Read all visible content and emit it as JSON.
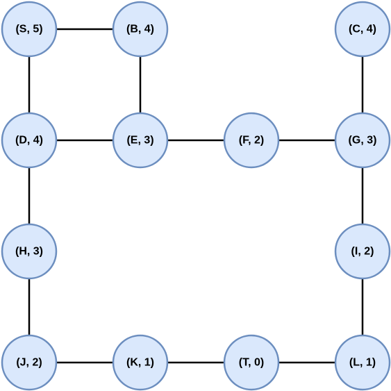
{
  "colors": {
    "node_fill": "#dae8fc",
    "node_stroke": "#6c8ebf",
    "edge": "#000000"
  },
  "nodes": [
    {
      "id": "S",
      "label": "(S, 5)"
    },
    {
      "id": "B",
      "label": "(B, 4)"
    },
    {
      "id": "C",
      "label": "(C, 4)"
    },
    {
      "id": "D",
      "label": "(D, 4)"
    },
    {
      "id": "E",
      "label": "(E, 3)"
    },
    {
      "id": "F",
      "label": "(F, 2)"
    },
    {
      "id": "G",
      "label": "(G, 3)"
    },
    {
      "id": "H",
      "label": "(H, 3)"
    },
    {
      "id": "I",
      "label": "(I, 2)"
    },
    {
      "id": "J",
      "label": "(J, 2)"
    },
    {
      "id": "K",
      "label": "(K, 1)"
    },
    {
      "id": "T",
      "label": "(T, 0)"
    },
    {
      "id": "L",
      "label": "(L, 1)"
    }
  ],
  "edges": [
    [
      "S",
      "B"
    ],
    [
      "S",
      "D"
    ],
    [
      "B",
      "E"
    ],
    [
      "D",
      "E"
    ],
    [
      "E",
      "F"
    ],
    [
      "F",
      "G"
    ],
    [
      "C",
      "G"
    ],
    [
      "D",
      "H"
    ],
    [
      "H",
      "J"
    ],
    [
      "G",
      "I"
    ],
    [
      "I",
      "L"
    ],
    [
      "J",
      "K"
    ],
    [
      "K",
      "T"
    ],
    [
      "T",
      "L"
    ]
  ]
}
